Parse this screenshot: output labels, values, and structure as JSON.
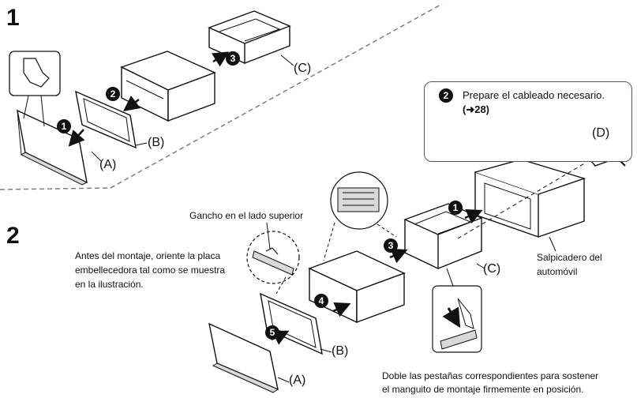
{
  "step1": {
    "number": "1",
    "labels": {
      "a": "(A)",
      "b": "(B)",
      "c": "(C)"
    },
    "markers": [
      "1",
      "2",
      "3"
    ]
  },
  "step2": {
    "number": "2",
    "hook_note": "Gancho en el lado superior",
    "orient_note": [
      "Antes del montaje, oriente la placa",
      "embellecedora tal como se muestra",
      "en la ilustración."
    ],
    "wiring_note": {
      "marker": "2",
      "line1": "Prepare el cableado necesario.",
      "line2": "(➜28)",
      "label_d": "(D)"
    },
    "dashboard_note": [
      "Salpicadero del",
      "automóvil"
    ],
    "bend_note": [
      "Doble las pestañas correspondientes para sostener",
      "el manguito de montaje firmemente en posición."
    ],
    "labels": {
      "a": "(A)",
      "b": "(B)",
      "c": "(C)"
    },
    "markers": [
      "1",
      "3",
      "4",
      "5"
    ]
  },
  "colors": {
    "ink": "#111111",
    "panel": "#ffffff",
    "shade": "#d9d9d9",
    "divider": "#777777"
  }
}
